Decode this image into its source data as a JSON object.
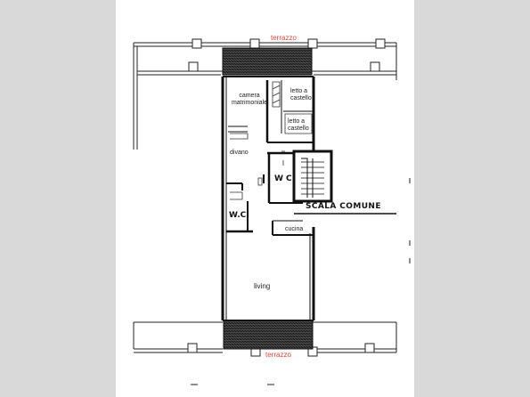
{
  "labels": {
    "terrace_top": "terrazzo",
    "terrace_bottom": "terrazzo",
    "master_bedroom": "camera matrimoniale",
    "bunk_bed_1": "letto a castello",
    "bunk_bed_2": "letto a castello",
    "sofa_bed": "divano",
    "wc_1": "W C",
    "wc_2": "W.C.",
    "common_stairs": "SCALA COMUNE",
    "kitchen": "cucina",
    "living": "living"
  },
  "colors": {
    "background": "#d9d9d9",
    "sheet": "#ffffff",
    "walls": "#111111",
    "terrace_label": "#e0483a"
  }
}
